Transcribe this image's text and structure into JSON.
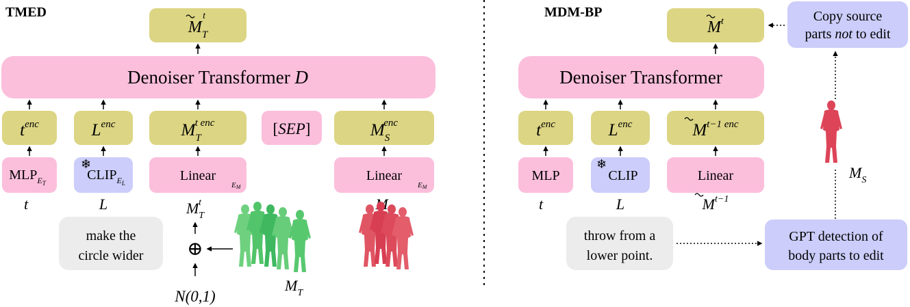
{
  "colors": {
    "yellow": "#dcd584",
    "pink": "#fbbfdc",
    "lavender": "#cccdfa",
    "gray": "#ececec",
    "green_figure": "#5ecf72",
    "red_figure": "#dd4458"
  },
  "tmed": {
    "title": "TMED",
    "output": {
      "main": "M",
      "sub": "T",
      "sup": "t"
    },
    "denoiser": {
      "text": "Denoiser Transformer ",
      "var": "D"
    },
    "enc_t": {
      "main": "t",
      "sup": "enc"
    },
    "enc_L": {
      "main": "L",
      "sup": "enc"
    },
    "enc_MT": {
      "main": "M",
      "sub": "T",
      "sup": "t enc"
    },
    "sep": {
      "open": "[",
      "main": "SEP",
      "close": "]"
    },
    "enc_MS": {
      "main": "M",
      "sub": "S",
      "sup": "enc"
    },
    "mlp": {
      "text": "MLP",
      "sub": "E",
      "subsub": "T"
    },
    "clip": {
      "text": "CLIP",
      "sub": "E",
      "subsub": "L",
      "icon": "snowflake-icon"
    },
    "linear_t": {
      "text": "Linear",
      "sub": "E",
      "subsub": "M"
    },
    "linear_s": {
      "text": "Linear",
      "sub": "E",
      "subsub": "M"
    },
    "in_t": "t",
    "in_L": "L",
    "in_MT": {
      "main": "M",
      "sub": "T",
      "sup": "t"
    },
    "in_MS": {
      "main": "M",
      "sub": "S"
    },
    "prompt": [
      "make the",
      "circle wider"
    ],
    "plus": "⊕",
    "noise": "N(0,1)",
    "target_label": {
      "main": "M",
      "sub": "T"
    }
  },
  "mdm": {
    "title": "MDM-BP",
    "output": {
      "main": "M",
      "sup": "t"
    },
    "denoiser": "Denoiser Transformer",
    "enc_t": {
      "main": "t",
      "sup": "enc"
    },
    "enc_L": {
      "main": "L",
      "sup": "enc"
    },
    "enc_M": {
      "main": "M",
      "sup": "t−1 enc"
    },
    "mlp": "MLP",
    "clip": {
      "text": "CLIP",
      "icon": "snowflake-icon"
    },
    "linear": "Linear",
    "in_t": "t",
    "in_L": "L",
    "in_M": {
      "main": "M",
      "sup": "t−1"
    },
    "copy": [
      "Copy source",
      "parts ",
      "not",
      " to edit"
    ],
    "gpt": [
      "GPT detection of",
      "body parts to edit"
    ],
    "prompt": [
      "throw from a",
      "lower point."
    ],
    "source_label": {
      "main": "M",
      "sub": "S"
    }
  }
}
